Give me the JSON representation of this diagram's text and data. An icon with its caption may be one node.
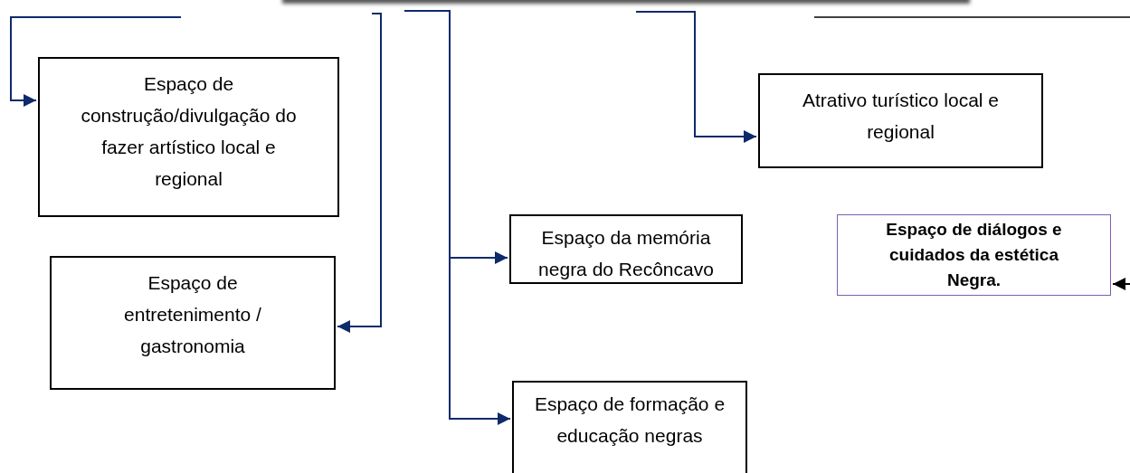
{
  "diagram": {
    "nodes": [
      {
        "text": [
          "Espaço de construção/divulgação do fazer artístico local e regional"
        ]
      },
      {
        "text": [
          "Espaço de entretenimento / gastronomia"
        ]
      },
      {
        "text": [
          "Espaço da memória negra do Recôncavo"
        ]
      },
      {
        "text": [
          "Espaço de formação e educação negras"
        ]
      },
      {
        "text": [
          "Atrativo turístico local e regional"
        ]
      },
      {
        "text": [
          "Espaço de diálogos e cuidados da estética Negra."
        ]
      }
    ],
    "edges": [
      {
        "from": null,
        "to": 0,
        "arrow": "to"
      },
      {
        "from": null,
        "to": 1,
        "arrow": "to"
      },
      {
        "from": null,
        "to": 2,
        "arrow": "to"
      },
      {
        "from": null,
        "to": 3,
        "arrow": "to"
      },
      {
        "from": null,
        "to": 4,
        "arrow": "to"
      },
      {
        "from": null,
        "to": 5,
        "arrow": "to",
        "color": "#000000"
      }
    ]
  }
}
